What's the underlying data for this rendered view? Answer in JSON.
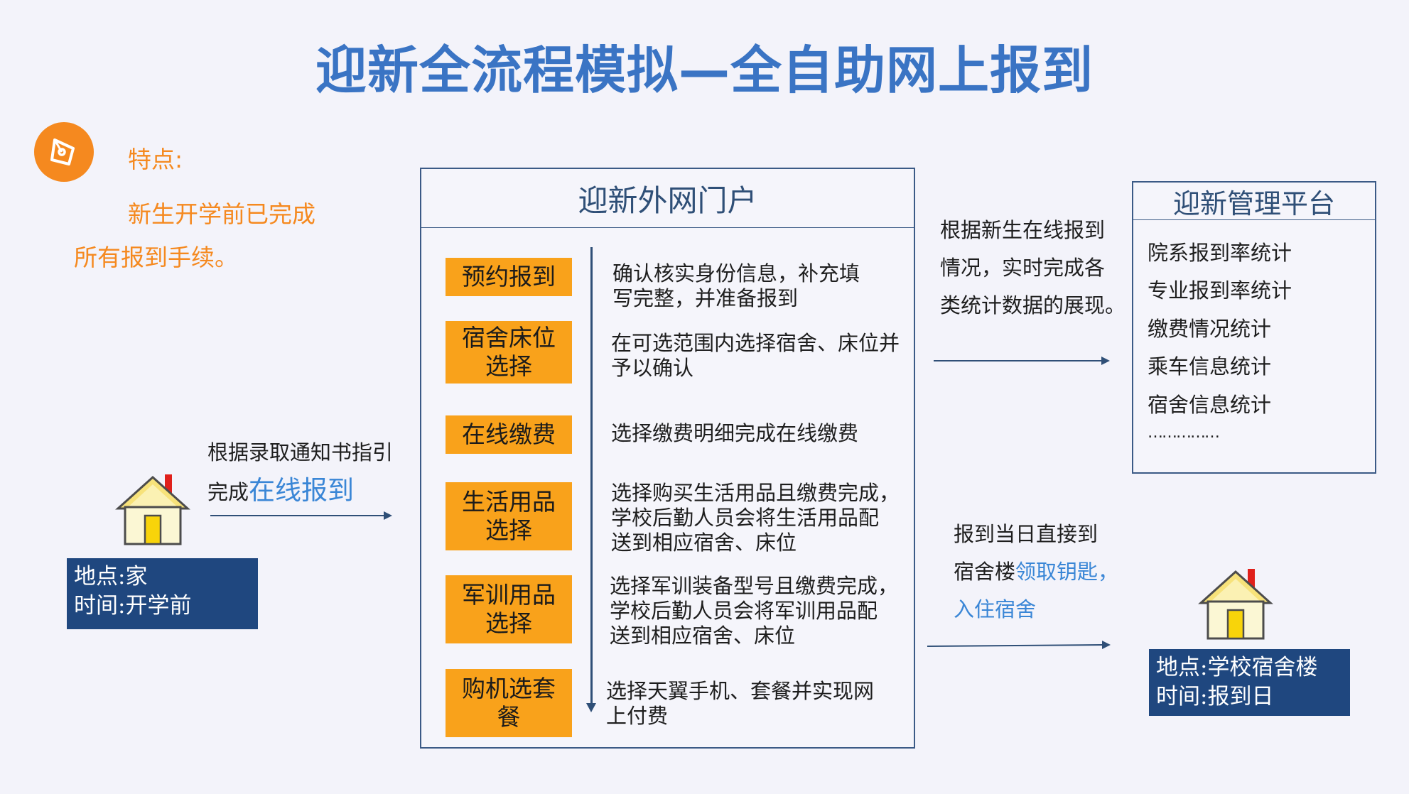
{
  "title": "迎新全流程模拟—全自助网上报到",
  "features": {
    "label": "特点:",
    "line1": "新生开学前已完成",
    "line2": "所有报到手续。"
  },
  "home": {
    "guide_line1": "根据录取通知书指引",
    "guide_prefix": "完成",
    "guide_highlight": "在线报到",
    "location_line": "地点:家",
    "time_line": "时间:开学前"
  },
  "portal": {
    "title": "迎新外网门户",
    "steps": [
      {
        "label_lines": [
          "预约报到"
        ],
        "desc_lines": [
          "确认核实身份信息，补充填",
          "写完整，并准备报到"
        ]
      },
      {
        "label_lines": [
          "宿舍床位",
          "选择"
        ],
        "desc_lines": [
          "在可选范围内选择宿舍、床位并",
          "予以确认"
        ]
      },
      {
        "label_lines": [
          "在线缴费"
        ],
        "desc_lines": [
          "选择缴费明细完成在线缴费"
        ]
      },
      {
        "label_lines": [
          "生活用品",
          "选择"
        ],
        "desc_lines": [
          "选择购买生活用品且缴费完成，",
          "学校后勤人员会将生活用品配",
          "送到相应宿舍、床位"
        ]
      },
      {
        "label_lines": [
          "军训用品",
          "选择"
        ],
        "desc_lines": [
          "选择军训装备型号且缴费完成，",
          "学校后勤人员会将军训用品配",
          "送到相应宿舍、床位"
        ]
      },
      {
        "label_lines": [
          "购机选套",
          "餐"
        ],
        "desc_lines": [
          "选择天翼手机、套餐并实现网",
          "上付费"
        ]
      }
    ]
  },
  "stats_note": {
    "line1": "根据新生在线报到",
    "line2": "情况，实时完成各",
    "line3": "类统计数据的展现。"
  },
  "management": {
    "title": "迎新管理平台",
    "items": [
      "院系报到率统计",
      "专业报到率统计",
      "缴费情况统计",
      "乘车信息统计",
      "宿舍信息统计",
      "……………"
    ]
  },
  "checkin_note": {
    "line1": "报到当日直接到",
    "line2_prefix": "宿舍楼",
    "line2_highlight": "领取钥匙，",
    "line3_highlight": "入住宿舍"
  },
  "dorm": {
    "location_line": "地点:学校宿舍楼",
    "time_line": "时间:报到日"
  },
  "colors": {
    "title_blue": "#3a74c4",
    "orange": "#f5891f",
    "step_orange": "#f9a21b",
    "navy": "#1f477f",
    "highlight_blue": "#3a86d6"
  }
}
